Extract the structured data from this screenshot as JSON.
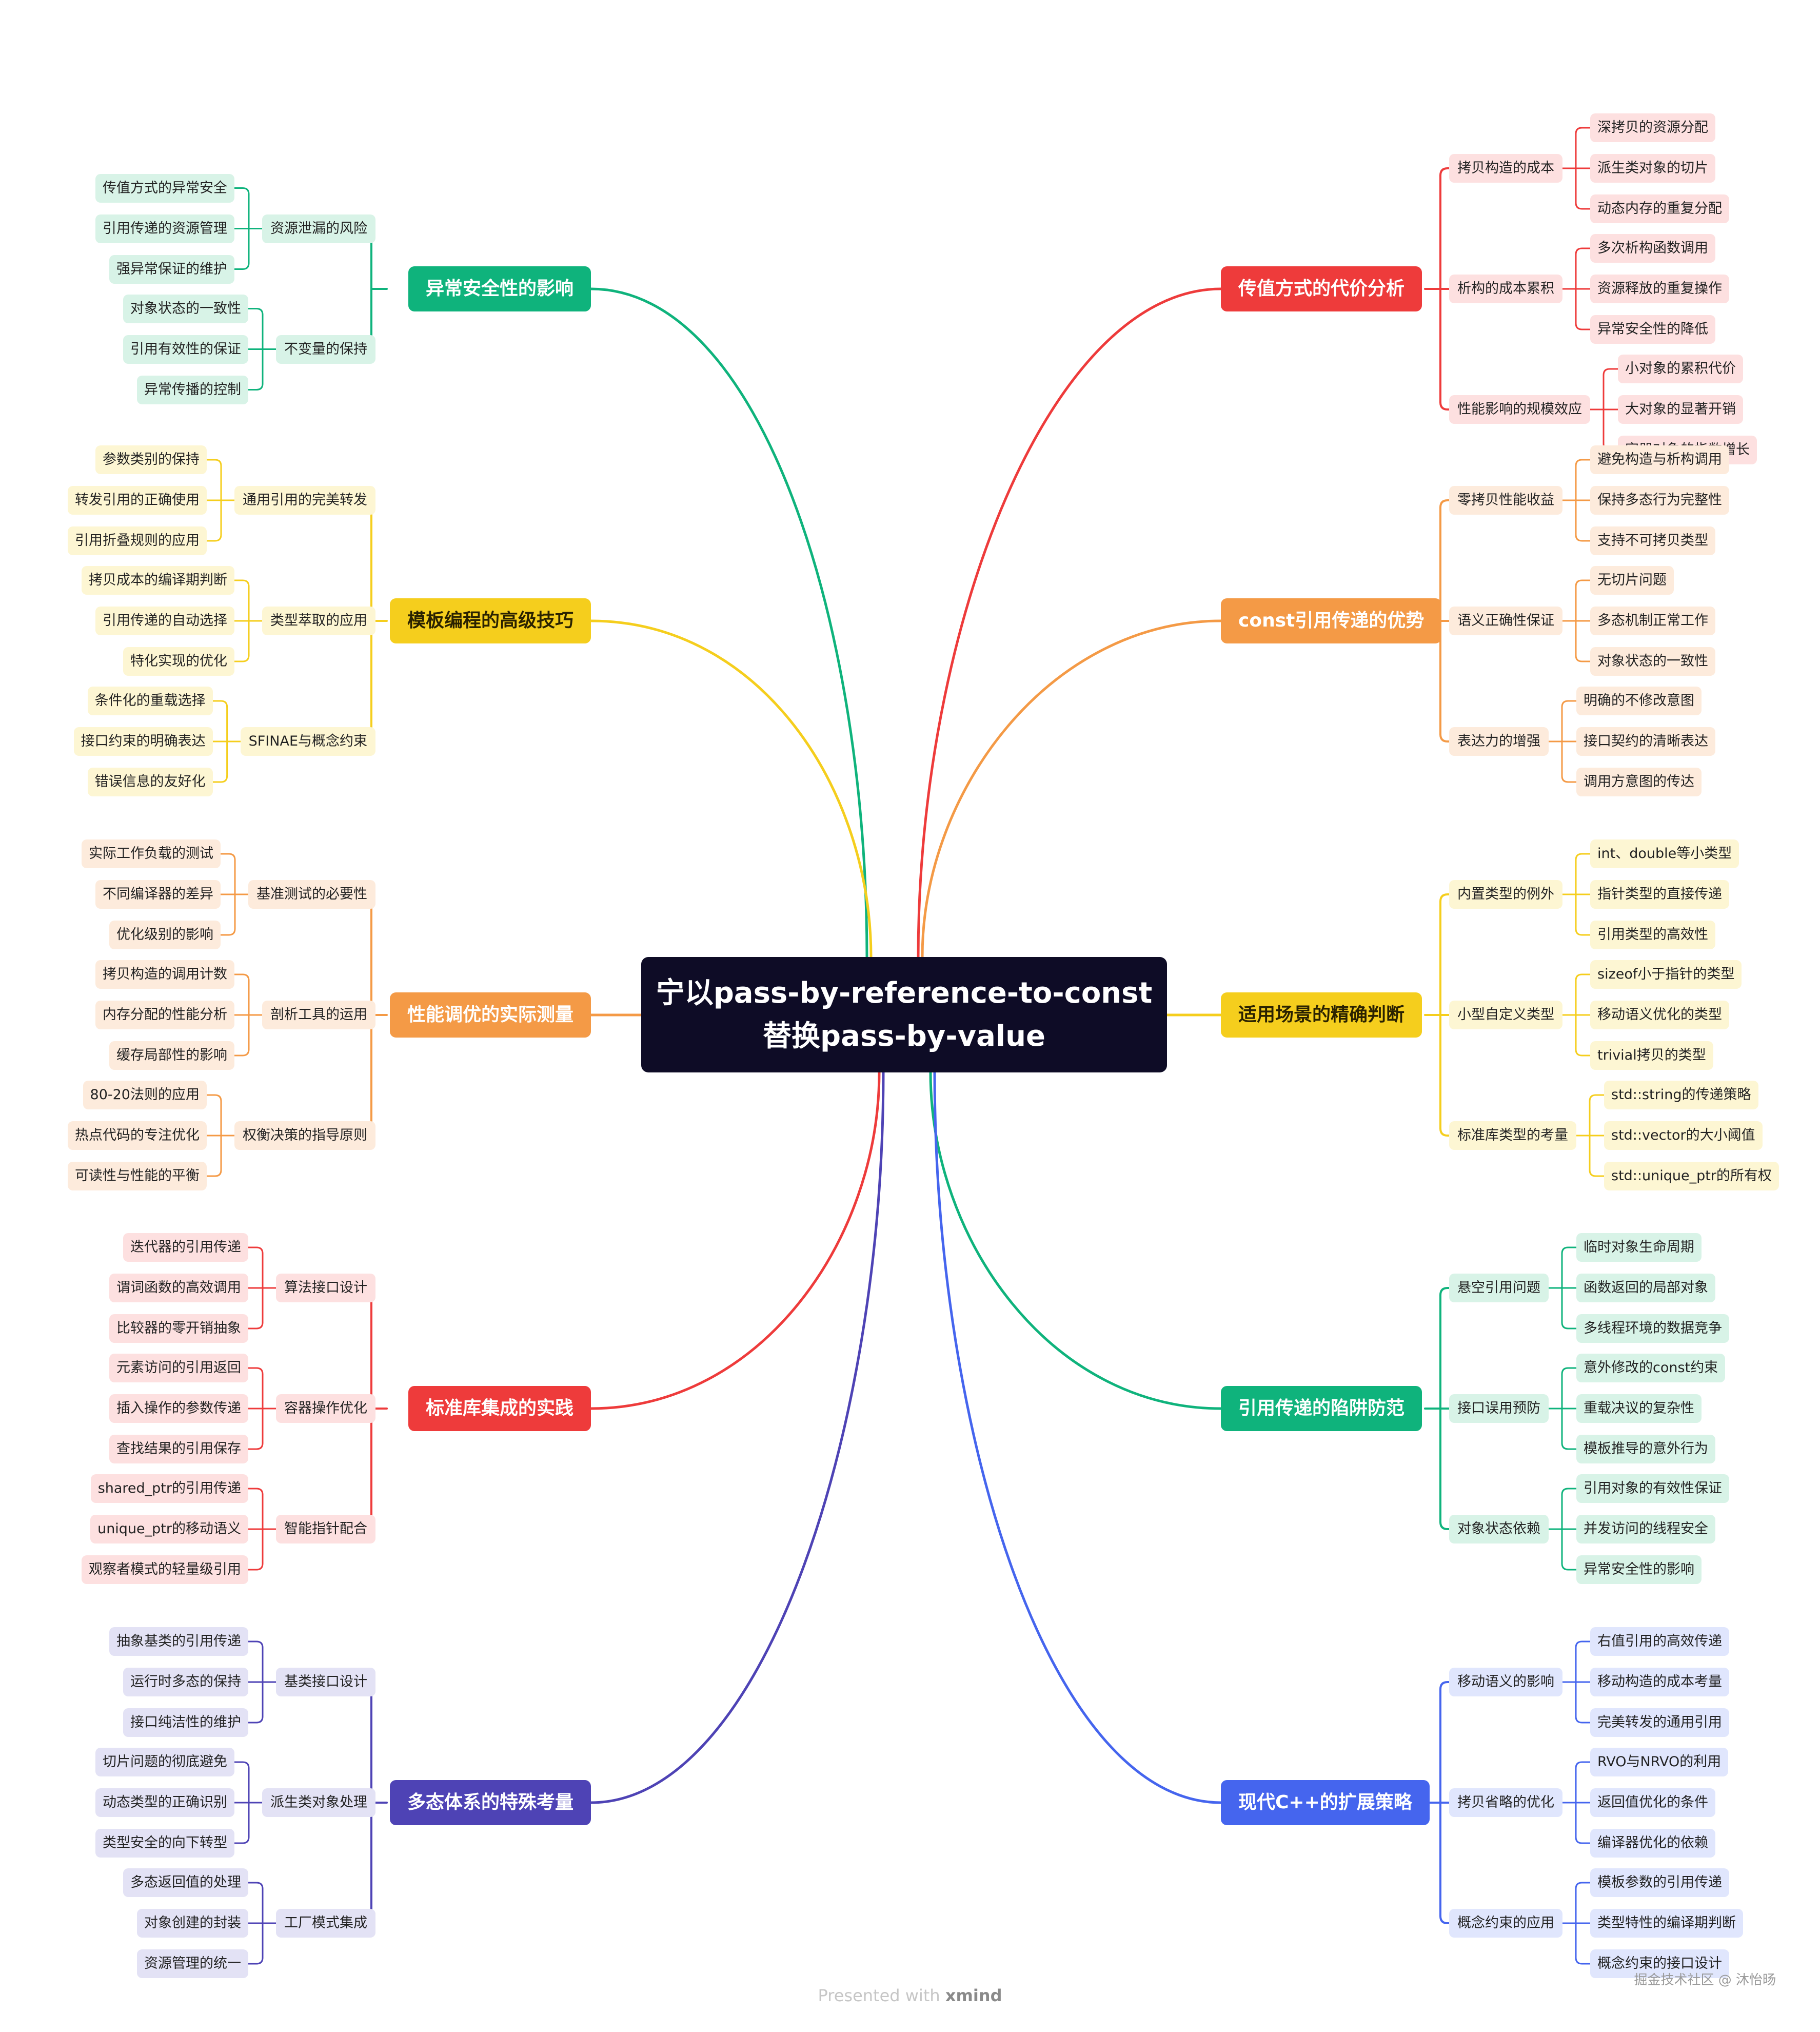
{
  "center": {
    "line1": "宁以pass-by-reference-to-const",
    "line2": "替换pass-by-value"
  },
  "branches": [
    {
      "side": "left",
      "color": "#0fb37c",
      "fill": "#d8f3e7",
      "title": "异常安全性的影响",
      "subs": [
        {
          "title": "资源泄漏的风险",
          "leaves": [
            "传值方式的异常安全",
            "引用传递的资源管理",
            "强异常保证的维护"
          ]
        },
        {
          "title": "不变量的保持",
          "leaves": [
            "对象状态的一致性",
            "引用有效性的保证",
            "异常传播的控制"
          ]
        }
      ]
    },
    {
      "side": "left",
      "color": "#f5ce1d",
      "fill": "#fdf6d3",
      "title": "模板编程的高级技巧",
      "subs": [
        {
          "title": "通用引用的完美转发",
          "leaves": [
            "参数类别的保持",
            "转发引用的正确使用",
            "引用折叠规则的应用"
          ]
        },
        {
          "title": "类型萃取的应用",
          "leaves": [
            "拷贝成本的编译期判断",
            "引用传递的自动选择",
            "特化实现的优化"
          ]
        },
        {
          "title": "SFINAE与概念约束",
          "leaves": [
            "条件化的重载选择",
            "接口约束的明确表达",
            "错误信息的友好化"
          ]
        }
      ]
    },
    {
      "side": "left",
      "color": "#f49a46",
      "fill": "#fdebdc",
      "title": "性能调优的实际测量",
      "subs": [
        {
          "title": "基准测试的必要性",
          "leaves": [
            "实际工作负载的测试",
            "不同编译器的差异",
            "优化级别的影响"
          ]
        },
        {
          "title": "剖析工具的运用",
          "leaves": [
            "拷贝构造的调用计数",
            "内存分配的性能分析",
            "缓存局部性的影响"
          ]
        },
        {
          "title": "权衡决策的指导原则",
          "leaves": [
            "80-20法则的应用",
            "热点代码的专注优化",
            "可读性与性能的平衡"
          ]
        }
      ]
    },
    {
      "side": "left",
      "color": "#ee3b3b",
      "fill": "#fde0e0",
      "title": "标准库集成的实践",
      "subs": [
        {
          "title": "算法接口设计",
          "leaves": [
            "迭代器的引用传递",
            "谓词函数的高效调用",
            "比较器的零开销抽象"
          ]
        },
        {
          "title": "容器操作优化",
          "leaves": [
            "元素访问的引用返回",
            "插入操作的参数传递",
            "查找结果的引用保存"
          ]
        },
        {
          "title": "智能指针配合",
          "leaves": [
            "shared_ptr的引用传递",
            "unique_ptr的移动语义",
            "观察者模式的轻量级引用"
          ]
        }
      ]
    },
    {
      "side": "left",
      "color": "#4e43b5",
      "fill": "#e3e2f5",
      "title": "多态体系的特殊考量",
      "subs": [
        {
          "title": "基类接口设计",
          "leaves": [
            "抽象基类的引用传递",
            "运行时多态的保持",
            "接口纯洁性的维护"
          ]
        },
        {
          "title": "派生类对象处理",
          "leaves": [
            "切片问题的彻底避免",
            "动态类型的正确识别",
            "类型安全的向下转型"
          ]
        },
        {
          "title": "工厂模式集成",
          "leaves": [
            "多态返回值的处理",
            "对象创建的封装",
            "资源管理的统一"
          ]
        }
      ]
    },
    {
      "side": "right",
      "color": "#ee3b3b",
      "fill": "#fde0e0",
      "title": "传值方式的代价分析",
      "subs": [
        {
          "title": "拷贝构造的成本",
          "leaves": [
            "深拷贝的资源分配",
            "派生类对象的切片",
            "动态内存的重复分配"
          ]
        },
        {
          "title": "析构的成本累积",
          "leaves": [
            "多次析构函数调用",
            "资源释放的重复操作",
            "异常安全性的降低"
          ]
        },
        {
          "title": "性能影响的规模效应",
          "leaves": [
            "小对象的累积代价",
            "大对象的显著开销",
            "容器对象的指数增长"
          ]
        }
      ]
    },
    {
      "side": "right",
      "color": "#f49a46",
      "fill": "#fdebdc",
      "title": "const引用传递的优势",
      "subs": [
        {
          "title": "零拷贝性能收益",
          "leaves": [
            "避免构造与析构调用",
            "保持多态行为完整性",
            "支持不可拷贝类型"
          ]
        },
        {
          "title": "语义正确性保证",
          "leaves": [
            "无切片问题",
            "多态机制正常工作",
            "对象状态的一致性"
          ]
        },
        {
          "title": "表达力的增强",
          "leaves": [
            "明确的不修改意图",
            "接口契约的清晰表达",
            "调用方意图的传达"
          ]
        }
      ]
    },
    {
      "side": "right",
      "color": "#f5ce1d",
      "fill": "#fdf6d3",
      "title": "适用场景的精确判断",
      "subs": [
        {
          "title": "内置类型的例外",
          "leaves": [
            "int、double等小类型",
            "指针类型的直接传递",
            "引用类型的高效性"
          ]
        },
        {
          "title": "小型自定义类型",
          "leaves": [
            "sizeof小于指针的类型",
            "移动语义优化的类型",
            "trivial拷贝的类型"
          ]
        },
        {
          "title": "标准库类型的考量",
          "leaves": [
            "std::string的传递策略",
            "std::vector的大小阈值",
            "std::unique_ptr的所有权"
          ]
        }
      ]
    },
    {
      "side": "right",
      "color": "#0fb37c",
      "fill": "#d8f3e7",
      "title": "引用传递的陷阱防范",
      "subs": [
        {
          "title": "悬空引用问题",
          "leaves": [
            "临时对象生命周期",
            "函数返回的局部对象",
            "多线程环境的数据竞争"
          ]
        },
        {
          "title": "接口误用预防",
          "leaves": [
            "意外修改的const约束",
            "重载决议的复杂性",
            "模板推导的意外行为"
          ]
        },
        {
          "title": "对象状态依赖",
          "leaves": [
            "引用对象的有效性保证",
            "并发访问的线程安全",
            "异常安全性的影响"
          ]
        }
      ]
    },
    {
      "side": "right",
      "color": "#4565ee",
      "fill": "#e0e6fd",
      "title": "现代C++的扩展策略",
      "subs": [
        {
          "title": "移动语义的影响",
          "leaves": [
            "右值引用的高效传递",
            "移动构造的成本考量",
            "完美转发的通用引用"
          ]
        },
        {
          "title": "拷贝省略的优化",
          "leaves": [
            "RVO与NRVO的利用",
            "返回值优化的条件",
            "编译器优化的依赖"
          ]
        },
        {
          "title": "概念约束的应用",
          "leaves": [
            "模板参数的引用传递",
            "类型特性的编译期判断",
            "概念约束的接口设计"
          ]
        }
      ]
    }
  ],
  "footer": {
    "presented": "Presented with",
    "brand": "xmind",
    "watermark": "掘金技术社区 @ 沐怡旸"
  }
}
